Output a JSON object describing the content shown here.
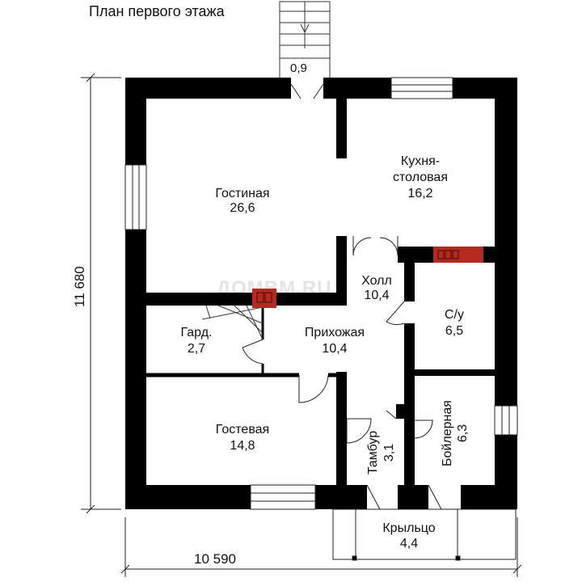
{
  "title": "План первого этажа",
  "dimensions": {
    "height": "11 680",
    "width": "10 590",
    "stair_width": "0,9"
  },
  "watermark": "ДОМВМ.RU",
  "rooms": [
    {
      "name": "Гостиная",
      "area": "26,6"
    },
    {
      "name_line1": "Кухня-",
      "name_line2": "столовая",
      "area": "16,2"
    },
    {
      "name": "Холл",
      "area": "10,4"
    },
    {
      "name": "С/у",
      "area": "6,5"
    },
    {
      "name": "Гард.",
      "area": "2,7"
    },
    {
      "name": "Прихожая",
      "area": "10,4"
    },
    {
      "name": "Гостевая",
      "area": "14,8"
    },
    {
      "name": "Тамбур",
      "area": "3,1"
    },
    {
      "name": "Бойлерная",
      "area": "6,3"
    },
    {
      "name": "Крыльцо",
      "area": "4,4"
    }
  ],
  "colors": {
    "wall": "#000000",
    "chimney": "#b52a1e",
    "line": "#222222"
  }
}
